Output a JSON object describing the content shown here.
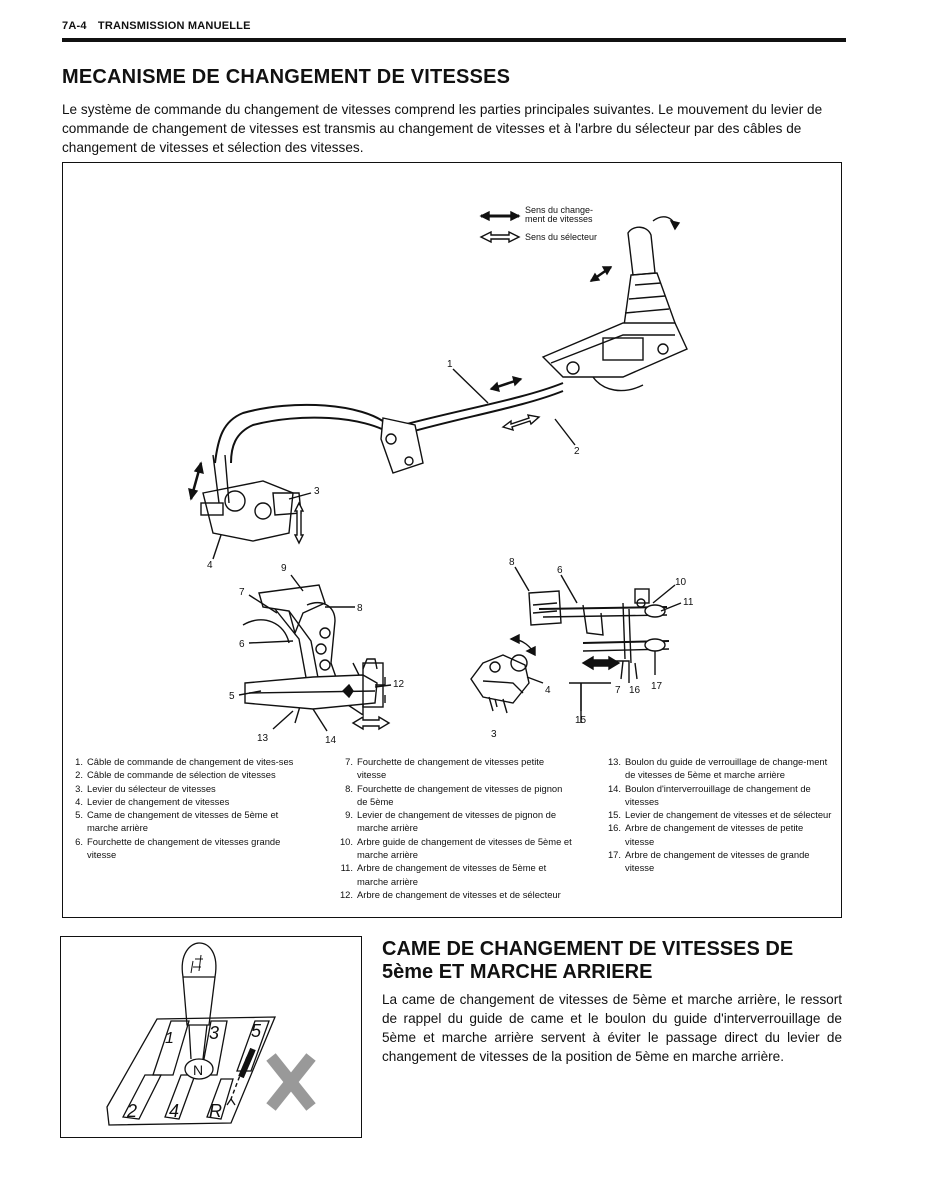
{
  "header": {
    "page_ref": "7A-4",
    "section": "TRANSMISSION MANUELLE"
  },
  "section1": {
    "title": "MECANISME DE CHANGEMENT DE VITESSES",
    "intro": "Le système de commande du changement de vitesses comprend les parties principales suivantes. Le mouvement du levier de commande de changement de vitesses est transmis au changement de vitesses et à l'arbre du sélecteur par des câbles de changement de vitesses et sélection des vitesses."
  },
  "figure1": {
    "arrow_legend": {
      "shift_line1": "Sens du change-",
      "shift_line2": "ment de vitesses",
      "select": "Sens du sélecteur"
    },
    "callouts": [
      "1",
      "2",
      "3",
      "4",
      "9",
      "7",
      "8",
      "6",
      "5",
      "13",
      "14",
      "12",
      "8",
      "6",
      "10",
      "11",
      "4",
      "3",
      "15",
      "7",
      "16",
      "17"
    ],
    "legend": {
      "col1": [
        {
          "n": "1.",
          "text": "Câble de commande de changement de vites-ses"
        },
        {
          "n": "2.",
          "text": "Câble de commande de sélection de vitesses"
        },
        {
          "n": "3.",
          "text": "Levier du sélecteur de vitesses"
        },
        {
          "n": "4.",
          "text": "Levier de changement de vitesses"
        },
        {
          "n": "5.",
          "text": "Came de changement de vitesses de 5ème et marche arrière"
        },
        {
          "n": "6.",
          "text": "Fourchette de changement de vitesses grande vitesse"
        }
      ],
      "col2": [
        {
          "n": "7.",
          "text": "Fourchette de changement de vitesses petite vitesse"
        },
        {
          "n": "8.",
          "text": "Fourchette de changement de vitesses de pignon de 5ème"
        },
        {
          "n": "9.",
          "text": "Levier de changement de vitesses de pignon de marche arrière"
        },
        {
          "n": "10.",
          "text": "Arbre guide de changement de vitesses de 5ème et marche arrière"
        },
        {
          "n": "11.",
          "text": "Arbre de changement de vitesses de 5ème et marche arrière"
        },
        {
          "n": "12.",
          "text": "Arbre de changement de vitesses et de sélecteur"
        }
      ],
      "col3": [
        {
          "n": "13.",
          "text": "Boulon du guide de verrouillage de change-ment de vitesses de 5ème et marche arrière"
        },
        {
          "n": "14.",
          "text": "Boulon d'interverrouillage de changement de vitesses"
        },
        {
          "n": "15.",
          "text": "Levier de changement de vitesses et de sélecteur"
        },
        {
          "n": "16.",
          "text": "Arbre de changement de vitesses de petite vitesse"
        },
        {
          "n": "17.",
          "text": "Arbre de changement de vitesses de grande vitesse"
        }
      ]
    }
  },
  "figure2": {
    "gates": [
      "1",
      "3",
      "5",
      "N",
      "2",
      "4",
      "R"
    ]
  },
  "section2": {
    "title": "CAME DE CHANGEMENT DE VITESSES DE 5ème ET MARCHE ARRIERE",
    "body": "La came de changement de vitesses de 5ème et marche arrière, le ressort de rappel du guide de came et le boulon du guide d'interverrouillage de 5ème et marche arrière servent à éviter le passage direct du levier de changement de vitesses de la position de 5ème en marche arrière."
  }
}
